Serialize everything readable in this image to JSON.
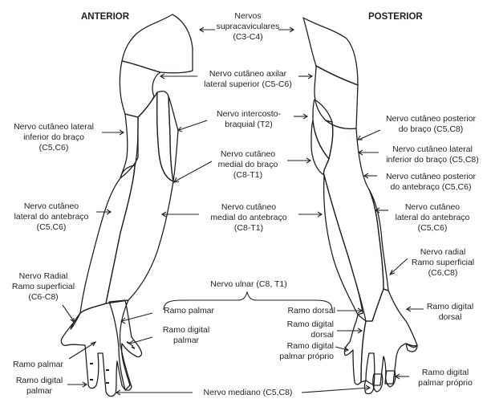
{
  "headings": {
    "anterior": "ANTERIOR",
    "posterior": "POSTERIOR"
  },
  "colors": {
    "supraclavicular": "#f8f5a4",
    "axillary": "#b8cfe3",
    "lateral_inferior_arm": "#e8a4ae",
    "intercostobrachial": "#e1c880",
    "medial_arm": "#b0a08f",
    "medial_forearm": "#bccd98",
    "lateral_forearm": "#a99384",
    "median": "#d9d695",
    "ulnar": "#b8cfe3",
    "radial": "#e8a4ae",
    "outline": "#231f20"
  },
  "labels": {
    "supraclavicular": [
      "Nervos",
      "supracaviculares",
      "(C3-C4)"
    ],
    "axillary": [
      "Nervo cutâneo axilar",
      "lateral superior (C5-C6)"
    ],
    "intercostobrachial": [
      "Nervo intercosto-",
      "braquial (T2)"
    ],
    "medial_arm": [
      "Nervo cutâneo",
      "medial do braço",
      "(C8-T1)"
    ],
    "medial_forearm": [
      "Nervo cutâneo",
      "medial do antebraço",
      "(C8-T1)"
    ],
    "ant_lateral_inferior_arm": [
      "Nervo cutâneo lateral",
      "inferior do braço",
      "(C5,C6)"
    ],
    "ant_lateral_forearm": [
      "Nervo cutâneo",
      "lateral do antebraço",
      "(C5,C6)"
    ],
    "ant_radial_superficial": [
      "Nervo Radial",
      "Ramo superficial",
      "(C6-C8)"
    ],
    "ant_palmar_branch": [
      "Ramo palmar"
    ],
    "ant_digital_palmar": [
      "Ramo digital",
      "palmar"
    ],
    "post_posterior_arm": [
      "Nervo cutâneo posterior",
      "do braço (C5,C8)"
    ],
    "post_lateral_inferior_arm": [
      "Nervo cutâneo lateral",
      "inferior do braço (C5,C8)"
    ],
    "post_posterior_forearm": [
      "Nervo cutâneo posterior",
      "do antebraço (C5,C6)"
    ],
    "post_lateral_forearm": [
      "Nervo cutâneo",
      "lateral do antebraço",
      "(C5,C6)"
    ],
    "post_radial_superficial": [
      "Nervo radial",
      "Ramo superficial",
      "(C6,C8)"
    ],
    "post_digital_dorsal": [
      "Ramo digital",
      "dorsal"
    ],
    "post_digital_palmar_proprio": [
      "Ramo digital",
      "palmar próprio"
    ],
    "ulnar_nerve": [
      "Nervo ulnar (C8, T1)"
    ],
    "ulnar_palmar": [
      "Ramo palmar"
    ],
    "ulnar_digital_palmar": [
      "Ramo digital",
      "palmar"
    ],
    "ulnar_dorsal": [
      "Ramo dorsal"
    ],
    "ulnar_digital_dorsal": [
      "Ramo digital",
      "dorsal"
    ],
    "ulnar_digital_palmar_proprio": [
      "Ramo digital",
      "palmar próprio"
    ],
    "median_nerve": [
      "Nervo mediano (C5,C8)"
    ]
  }
}
